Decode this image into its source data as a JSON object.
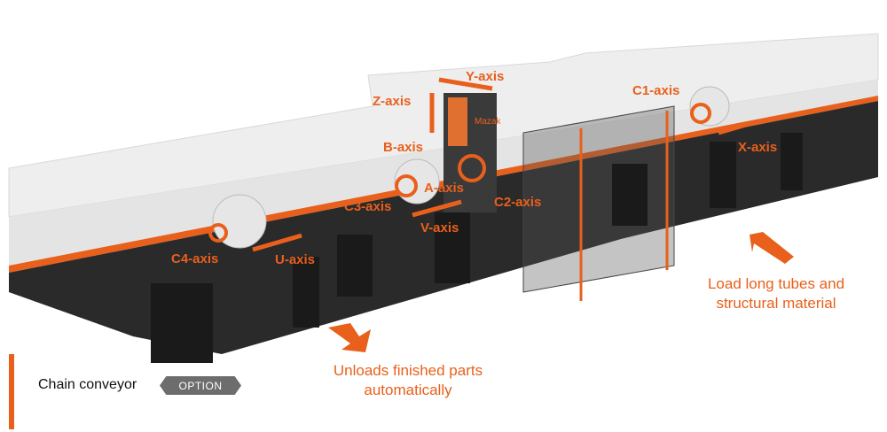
{
  "axes": {
    "y": "Y-axis",
    "z": "Z-axis",
    "b": "B-axis",
    "c1": "C1-axis",
    "x": "X-axis",
    "a": "A-axis",
    "c3": "C3-axis",
    "c2": "C2-axis",
    "v": "V-axis",
    "c4": "C4-axis",
    "u": "U-axis"
  },
  "notes": {
    "load": "Load long tubes and structural material",
    "unload": "Unloads finished parts automatically"
  },
  "chain_conveyor": {
    "label": "Chain conveyor",
    "badge": "OPTION"
  },
  "brand": "Mazak",
  "colors": {
    "accent": "#e8601c",
    "machine_dark": "#1e1e1e",
    "badge": "#6d6d6d"
  }
}
